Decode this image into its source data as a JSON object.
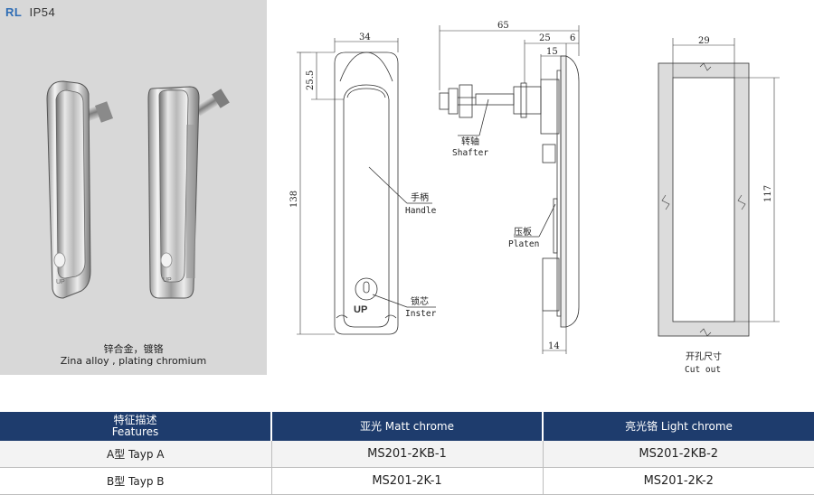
{
  "header": {
    "series": "RL",
    "rating": "IP54"
  },
  "photo": {
    "material_cn": "锌合金，镀铬",
    "material_en": "Zina alloy , plating chromium",
    "badge": "UP"
  },
  "drawing": {
    "dims": {
      "front_width": "34",
      "top_offset": "25.5",
      "height": "138",
      "side_total": "65",
      "side_25": "25",
      "side_6": "6",
      "side_15": "15",
      "side_14": "14",
      "cut_width": "29",
      "cut_height": "117"
    },
    "labels": {
      "shafter_cn": "转轴",
      "shafter_en": "Shafter",
      "handle_cn": "手柄",
      "handle_en": "Handle",
      "platen_cn": "压板",
      "platen_en": "Platen",
      "inster_cn": "锁芯",
      "inster_en": "Inster",
      "cutout_cn": "开孔尺寸",
      "cutout_en": "Cut out",
      "badge": "UP"
    }
  },
  "table": {
    "headers": [
      {
        "cn": "特征描述",
        "en": "Features"
      },
      {
        "text": "亚光 Matt chrome"
      },
      {
        "text": "亮光铬 Light chrome"
      }
    ],
    "rows": [
      {
        "feature": "A型   Tayp A",
        "matt": "MS201-2KB-1",
        "light": "MS201-2KB-2"
      },
      {
        "feature": "B型   Tayp B",
        "matt": "MS201-2K-1",
        "light": "MS201-2K-2"
      }
    ]
  }
}
